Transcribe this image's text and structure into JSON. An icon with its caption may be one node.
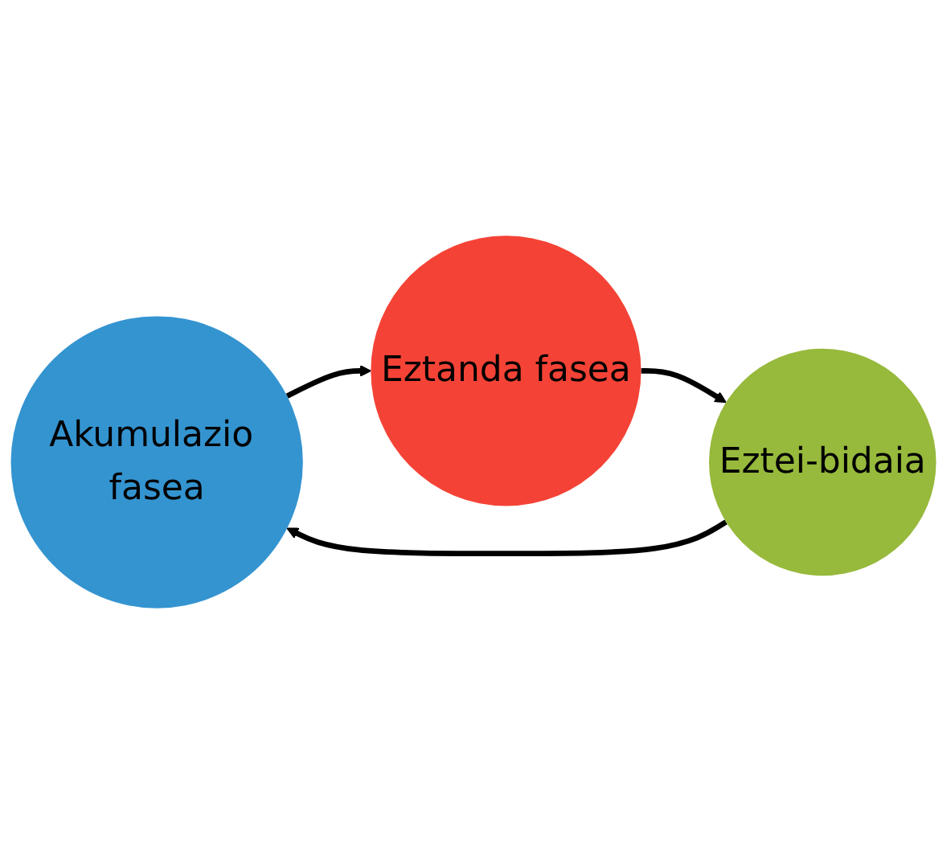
{
  "diagram": {
    "nodes": [
      {
        "text": [
          "Akumulazio fasea"
        ]
      },
      {
        "text": [
          "Eztanda fasea"
        ]
      },
      {
        "text": [
          "Eztei-bidaia"
        ]
      }
    ],
    "edges": [
      {
        "from": 0,
        "to": 1,
        "arrow": "to"
      },
      {
        "from": 1,
        "to": 2,
        "arrow": "to"
      },
      {
        "from": 2,
        "to": 0,
        "arrow": "to"
      }
    ]
  }
}
